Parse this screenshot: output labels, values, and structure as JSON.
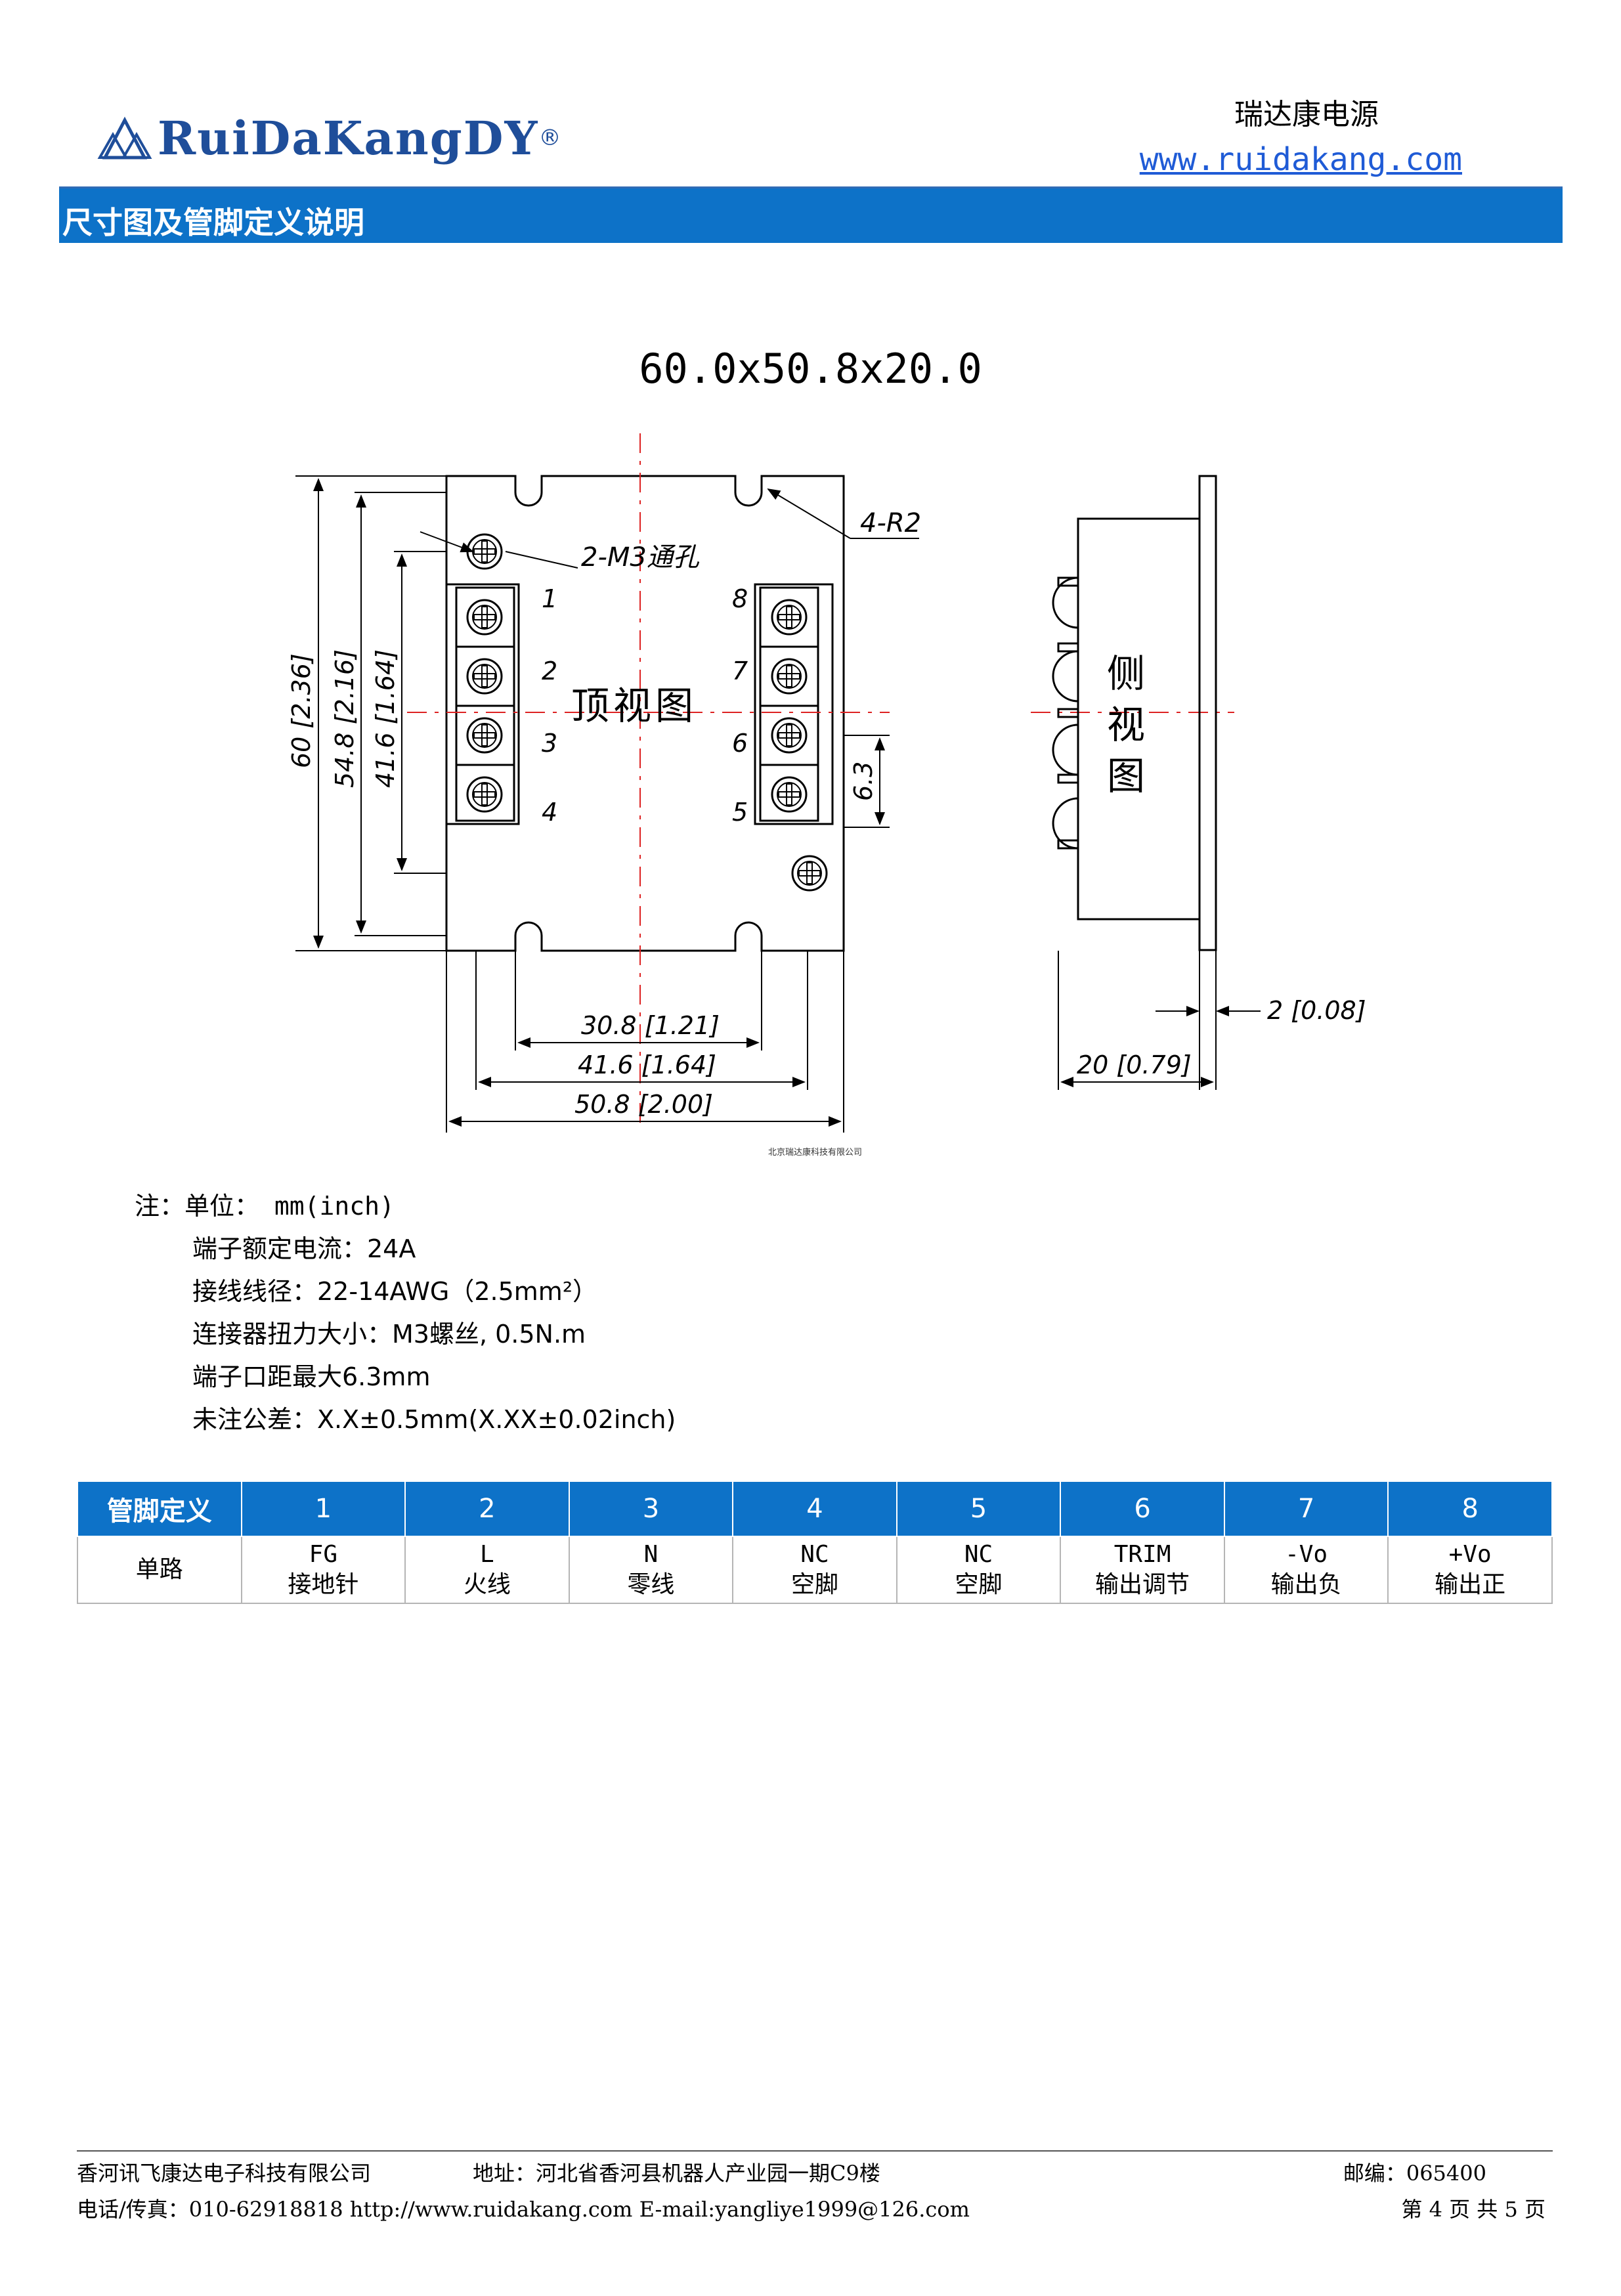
{
  "header": {
    "brand": "RuiDaKangDY",
    "brand_reg": "®",
    "company_cn": "瑞达康电源",
    "website": "www.ruidakang.com",
    "colors": {
      "brand": "#1f4e9a",
      "banner": "#0d72c8",
      "link": "#1f5bd6"
    }
  },
  "banner": {
    "title": "尺寸图及管脚定义说明"
  },
  "drawing": {
    "dimensions_title": "60.0x50.8x20.0",
    "hole_label": "2-M3通孔",
    "radius_label": "4-R2",
    "top_view_label": "顶视图",
    "side_view_label": "侧视图",
    "pin_numbers_left": [
      "1",
      "2",
      "3",
      "4"
    ],
    "pin_numbers_right": [
      "8",
      "7",
      "6",
      "5"
    ],
    "dim_60": "60 [2.36]",
    "dim_548": "54.8 [2.16]",
    "dim_416v": "41.6 [1.64]",
    "dim_63": "6.3",
    "dim_308": "30.8 [1.21]",
    "dim_416h": "41.6 [1.64]",
    "dim_508": "50.8 [2.00]",
    "dim_2": "2 [0.08]",
    "dim_20": "20 [0.79]",
    "company_tiny": "北京瑞达康科技有限公司"
  },
  "notes": {
    "unit_prefix": "注：单位：",
    "unit_value": " mm(inch)",
    "lines": [
      "端子额定电流：24A",
      "接线线径：22-14AWG（2.5mm²）",
      "连接器扭力大小：M3螺丝, 0.5N.m",
      "端子口距最大6.3mm",
      "未注公差：X.X±0.5mm(X.XX±0.02inch)"
    ]
  },
  "pin_table": {
    "headers": [
      "管脚定义",
      "1",
      "2",
      "3",
      "4",
      "5",
      "6",
      "7",
      "8"
    ],
    "row_label": "单路",
    "cells": [
      {
        "code": "FG",
        "desc": "接地针"
      },
      {
        "code": "L",
        "desc": "火线"
      },
      {
        "code": "N",
        "desc": "零线"
      },
      {
        "code": "NC",
        "desc": "空脚"
      },
      {
        "code": "NC",
        "desc": "空脚"
      },
      {
        "code": "TRIM",
        "desc": "输出调节"
      },
      {
        "code": "-Vo",
        "desc": "输出负"
      },
      {
        "code": "+Vo",
        "desc": "输出正"
      }
    ]
  },
  "footer": {
    "company": "香河讯飞康达电子科技有限公司",
    "address": "地址：河北省香河县机器人产业园一期C9楼",
    "zip": "邮编：065400",
    "contact": "电话/传真：010-62918818   http://www.ruidakang.com   E-mail:yangliye1999@126.com",
    "page": "第 4 页 共 5 页"
  }
}
